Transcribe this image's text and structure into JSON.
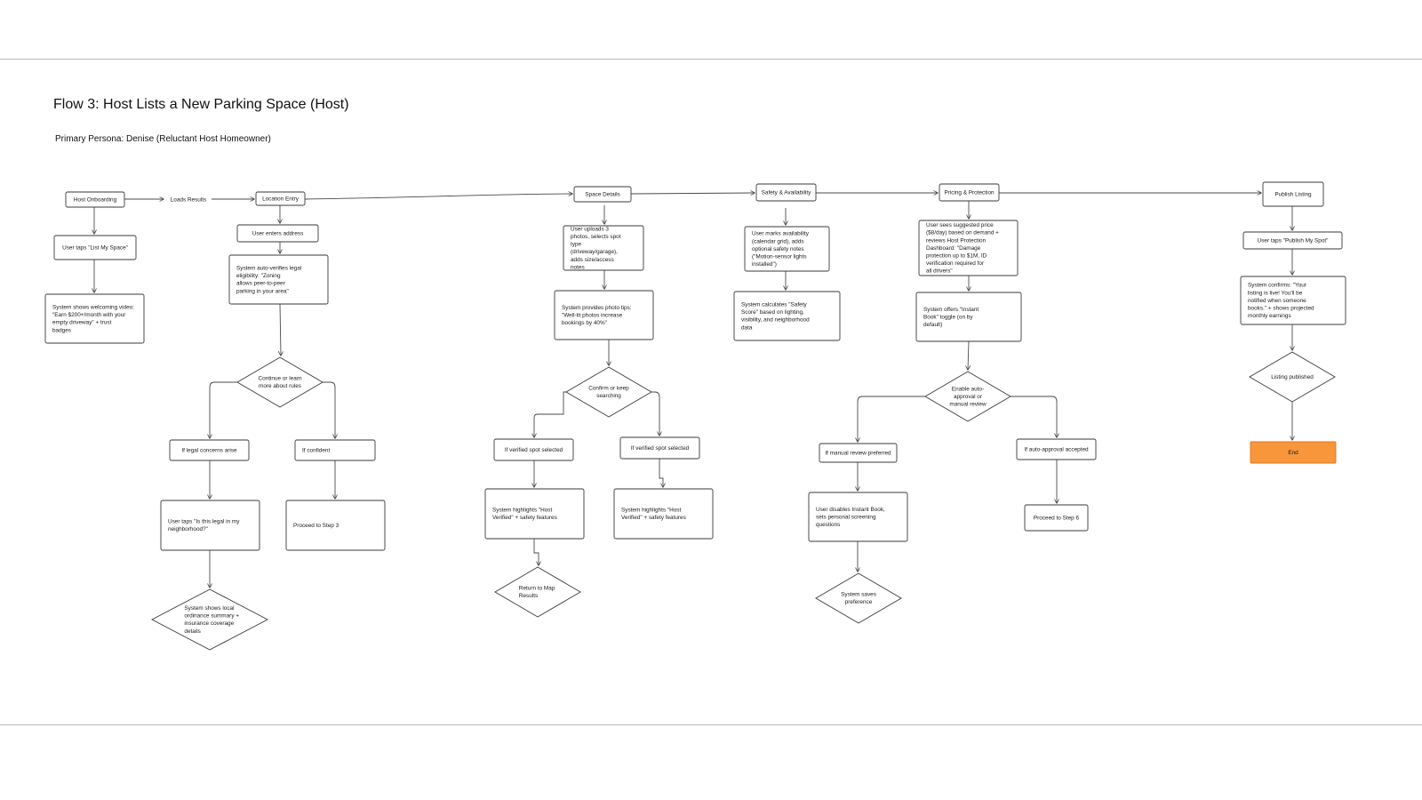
{
  "header": {
    "title": "Flow 3: Host Lists a New Parking Space (Host)",
    "subtitle": "Primary Persona: Denise (Reluctant Host Homeowner)"
  },
  "colors": {
    "end_fill": "#f7963b",
    "stroke": "#3a3a3a"
  },
  "nodes": {
    "host_onboarding": "Host Onboarding",
    "location_entry": "Location Entry",
    "space_details": "Space Details",
    "safety_availability": "Safety & Availability",
    "pricing_protection": "Pricing & Protection",
    "publish_listing": "Publish Listing",
    "tap_list_space": "User taps \"List My Space\"",
    "welcome_video": "System shows welcoming video: \"Earn $200+/month with your empty driveway\" + trust badges",
    "enter_address": "User enters address",
    "auto_verify": "System auto-verifies legal eligibility: \"Zoning allows peer-to-peer parking in your area\"",
    "continue_learn": "Continue or learn more about rules",
    "legal_concerns": "If legal concerns arise",
    "if_confident": "If confident",
    "is_legal": "User taps \"Is this legal in my neighborhood?\"",
    "proceed_step3": "Proceed to Step 3",
    "ordinance_summary": "System shows local ordinance summary + insurance coverage details",
    "upload_photos": "User uploads 3 photos, selects spot type (driveway/garage), adds size/access notes",
    "photo_tips": "System provides photo tips: \"Well-lit photos increase bookings by 40%\"",
    "confirm_search": "Confirm or keep searching",
    "verified_left": "If verified spot selected",
    "verified_right": "If verified spot selected",
    "highlights_left": "System highlights \"Host Verified\" + safety features",
    "highlights_right": "System highlights \"Host Verified\" + safety features",
    "return_map": "Return to Map Results",
    "mark_availability": "User marks availability (calendar grid), adds optional safety notes (\"Motion-sensor lights installed\")",
    "safety_score": "System calculates \"Safety Score\" based on lighting, visibility, and neighborhood data",
    "suggested_price": "User sees suggested price ($8/day) based on demand + reviews Host Protection Dashboard: \"Damage protection up to $1M, ID verification required for all drivers\"",
    "instant_book": "System offers \"Instant Book\" toggle (on by default)",
    "enable_auto": "Enable auto-approval or manual review",
    "manual_review": "If manual review preferred",
    "auto_accepted": "If auto-approval accepted",
    "disable_instant": "User disables Instant Book, sets personal screening questions",
    "proceed_step6": "Proceed to Step 6",
    "saves_preference": "System saves preference",
    "tap_publish": "User taps \"Publish My Spot\"",
    "confirms_live": "System confirms: \"Your listing is live! You'll be notified when someone books.\" + shows projected monthly earnings",
    "listing_published": "Listing published",
    "end": "End"
  },
  "edge_labels": {
    "loads_results": "Loads Results"
  }
}
